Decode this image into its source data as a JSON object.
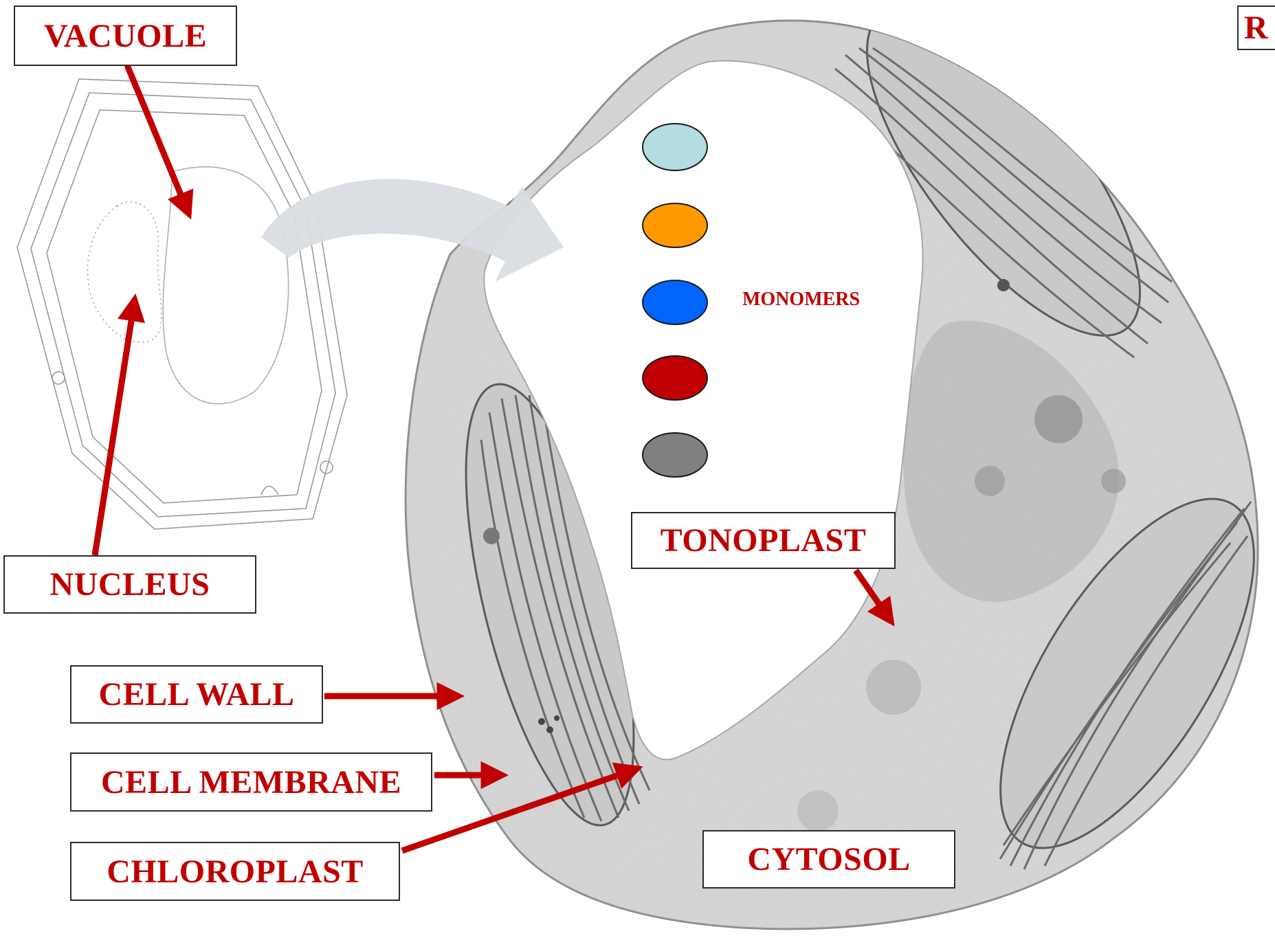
{
  "colors": {
    "label_text": "#c00000",
    "arrow": "#c00000",
    "micrograph_bg": "#dcdcdc",
    "micrograph_dark": "#6e6e6e",
    "curved_arrow": "#d9dde2"
  },
  "labels": {
    "vacuole": "VACUOLE",
    "nucleus": "NUCLEUS",
    "cell_wall": "CELL WALL",
    "cell_membrane": "CELL MEMBRANE",
    "chloroplast": "CHLOROPLAST",
    "tonoplast": "TONOPLAST",
    "cytosol": "CYTOSOL",
    "monomers": "MONOMERS",
    "corner_letter": "R"
  },
  "monomers": [
    {
      "color": "#b3dde0"
    },
    {
      "color": "#ff9900"
    },
    {
      "color": "#0066ff"
    },
    {
      "color": "#c00000"
    },
    {
      "color": "#808080"
    }
  ]
}
